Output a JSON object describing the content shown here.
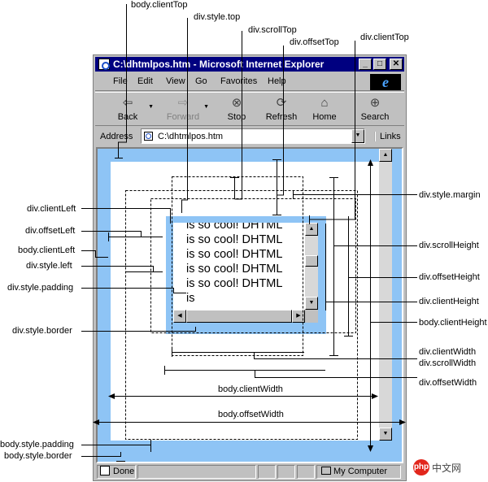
{
  "window": {
    "title": "C:\\dhtmlpos.htm - Microsoft Internet Explorer",
    "controls": {
      "minimize": "_",
      "maximize": "□",
      "close": "✕"
    }
  },
  "menu": [
    "File",
    "Edit",
    "View",
    "Go",
    "Favorites",
    "Help"
  ],
  "toolbar": {
    "back": "Back",
    "forward": "Forward",
    "stop": "Stop",
    "refresh": "Refresh",
    "home": "Home",
    "search": "Search"
  },
  "address": {
    "label": "Address",
    "value": "C:\\dhtmlpos.htm",
    "links": "Links"
  },
  "content": {
    "text": "is so cool! DHTML is so cool! DHTML is so cool! DHTML is so cool! DHTML is so cool! DHTML is"
  },
  "status": {
    "text": "Done",
    "zone": "My Computer"
  },
  "labels": {
    "body_client_top": "body.clientTop",
    "div_style_top": "div.style.top",
    "div_scroll_top": "div.scrollTop",
    "div_offset_top": "div.offsetTop",
    "div_client_top": "div.clientTop",
    "div_style_margin": "div.style.margin",
    "div_client_left": "div.clientLeft",
    "div_offset_left": "div.offsetLeft",
    "body_client_left": "body.clientLeft",
    "div_style_left": "div.style.left",
    "div_style_padding": "div.style.padding",
    "div_style_border": "div.style.border",
    "div_scroll_height": "div.scrollHeight",
    "div_offset_height": "div.offsetHeight",
    "div_client_height": "div.clientHeight",
    "body_client_height": "body.clientHeight",
    "div_client_width": "div.clientWidth",
    "div_scroll_width": "div.scrollWidth",
    "div_offset_width": "div.offsetWidth",
    "body_client_width": "body.clientWidth",
    "body_offset_width": "body.offsetWidth",
    "body_style_padding": "body.style.padding",
    "body_style_border": "body.style.border"
  },
  "watermark": {
    "logo": "php",
    "text": "中文网"
  }
}
